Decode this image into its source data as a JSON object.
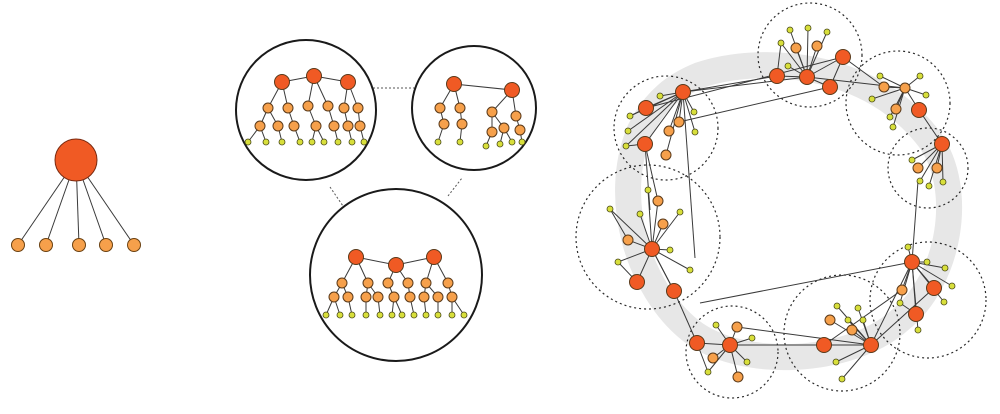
{
  "colors": {
    "hub": "#f05a24",
    "mid": "#f6a04b",
    "leaf": "#d8df3b",
    "ring": "#e7e7e7",
    "line": "#3a3a3a"
  },
  "panels": [
    {
      "name": "star-network",
      "description_visible_text": ""
    },
    {
      "name": "hierarchical-clusters",
      "description_visible_text": ""
    },
    {
      "name": "ring-of-clusters",
      "description_visible_text": ""
    }
  ]
}
